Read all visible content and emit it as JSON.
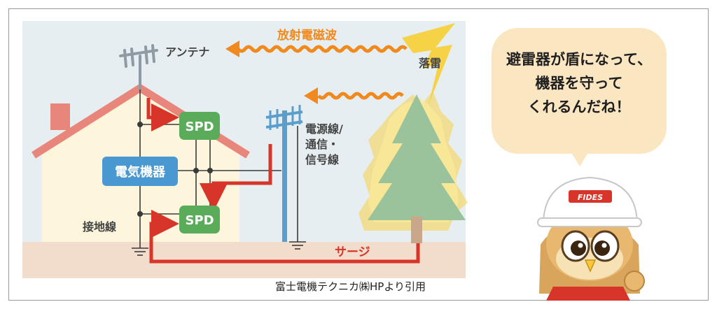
{
  "diagram": {
    "labels": {
      "antenna": "アンテナ",
      "radiation": "放射電磁波",
      "lightning": "落雷",
      "power_line_1": "電源線/",
      "power_line_2": "通信・",
      "power_line_3": "信号線",
      "device": "電気機器",
      "spd_top": "SPD",
      "spd_bottom": "SPD",
      "ground_wire": "接地線",
      "surge": "サージ"
    },
    "credit": "富士電機テクニカ㈱HPより引用"
  },
  "speech": {
    "line1": "避雷器が盾になって、",
    "line2": "機器を守って",
    "line3": "くれるんだね！"
  },
  "mascot": {
    "helmet_text": "FIDES"
  },
  "colors": {
    "sky": "#e7eef2",
    "ground": "#f2dccb",
    "house_wall": "#fdf6dd",
    "roof": "#e9867b",
    "spd_green": "#5bac5a",
    "device_blue": "#4a98d1",
    "surge_red": "#d7352a",
    "wave_orange": "#f08a1e",
    "tree_green": "#9ac39b",
    "bubble": "#fbe6c2"
  }
}
